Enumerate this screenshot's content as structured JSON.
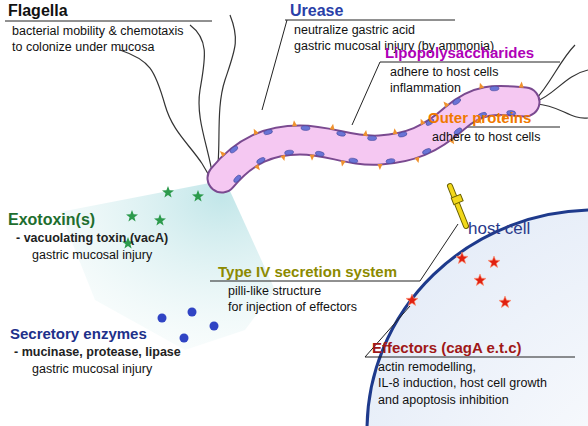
{
  "diagram": {
    "nodes": [
      {
        "text": [
          "host cell"
        ]
      }
    ],
    "labels": [
      "Flagella",
      "bacterial mobility & chemotaxis to colonize under mucosa",
      "Urease",
      "neutralize gastric acid gastric mucosal injury (by ammonia)",
      "Lipopolysaccharides",
      "adhere to host cells inflammation",
      "Outer proteins",
      "adhere to host cells",
      "Exotoxin(s)",
      "- vacuolating toxin (vacA)",
      "gastric mucosal injury",
      "Type IV secretion system",
      "pilli-like structure for injection of effectors",
      "Secretory enzymes",
      "- mucinase, protease, lipase",
      "gastric mucosal injury",
      "Effectors (cagA e.t.c)",
      "actin remodelling, IL-8 induction, host cell growth and apoptosis inhibition"
    ]
  }
}
